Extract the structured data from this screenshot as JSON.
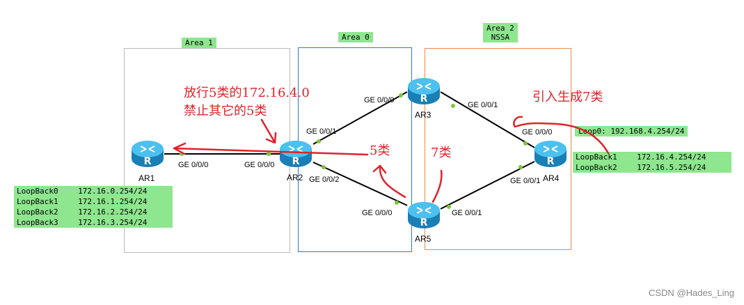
{
  "areas": {
    "area1": {
      "label": "Area 1"
    },
    "area0": {
      "label": "Area 0"
    },
    "area2": {
      "label": "Area 2",
      "sublabel": "NSSA"
    }
  },
  "routers": {
    "ar1": {
      "name": "AR1"
    },
    "ar2": {
      "name": "AR2"
    },
    "ar3": {
      "name": "AR3"
    },
    "ar4": {
      "name": "AR4"
    },
    "ar5": {
      "name": "AR5"
    }
  },
  "interfaces": {
    "ar1_g000": "GE 0/0/0",
    "ar2_g000": "GE 0/0/0",
    "ar2_g001": "GE 0/0/1",
    "ar2_g002": "GE 0/0/2",
    "ar3_g000": "GE 0/0/0",
    "ar3_g001": "GE 0/0/1",
    "ar4_g000": "GE 0/0/0",
    "ar4_g001": "GE 0/0/1",
    "ar5_g000": "GE 0/0/0",
    "ar5_g001": "GE 0/0/1"
  },
  "ar1_loopbacks": [
    {
      "name": "LoopBack0",
      "ip": "172.16.0.254/24"
    },
    {
      "name": "LoopBack1",
      "ip": "172.16.1.254/24"
    },
    {
      "name": "LoopBack2",
      "ip": "172.16.2.254/24"
    },
    {
      "name": "LoopBack3",
      "ip": "172.16.3.254/24"
    }
  ],
  "ar4_loop0": "Loop0: 192.168.4.254/24",
  "ar4_loopbacks": [
    {
      "name": "LoopBack1",
      "ip": "172.16.4.254/24"
    },
    {
      "name": "LoopBack2",
      "ip": "172.16.5.254/24"
    }
  ],
  "annotations": {
    "permit_line1": "放行5类的172.16.4.0",
    "permit_line2": "禁止其它的5类",
    "type5": "5类",
    "type7": "7类",
    "import7": "引入生成7类"
  },
  "colors": {
    "area1_border": "#bbbbbb",
    "area0_border": "#2f78c4",
    "area2_border": "#e8894a",
    "tag_green": "#8ee68e",
    "annotation_red": "#e0222a",
    "router_blue": "#2a9fd6"
  },
  "watermark": "CSDN @Hades_Ling"
}
